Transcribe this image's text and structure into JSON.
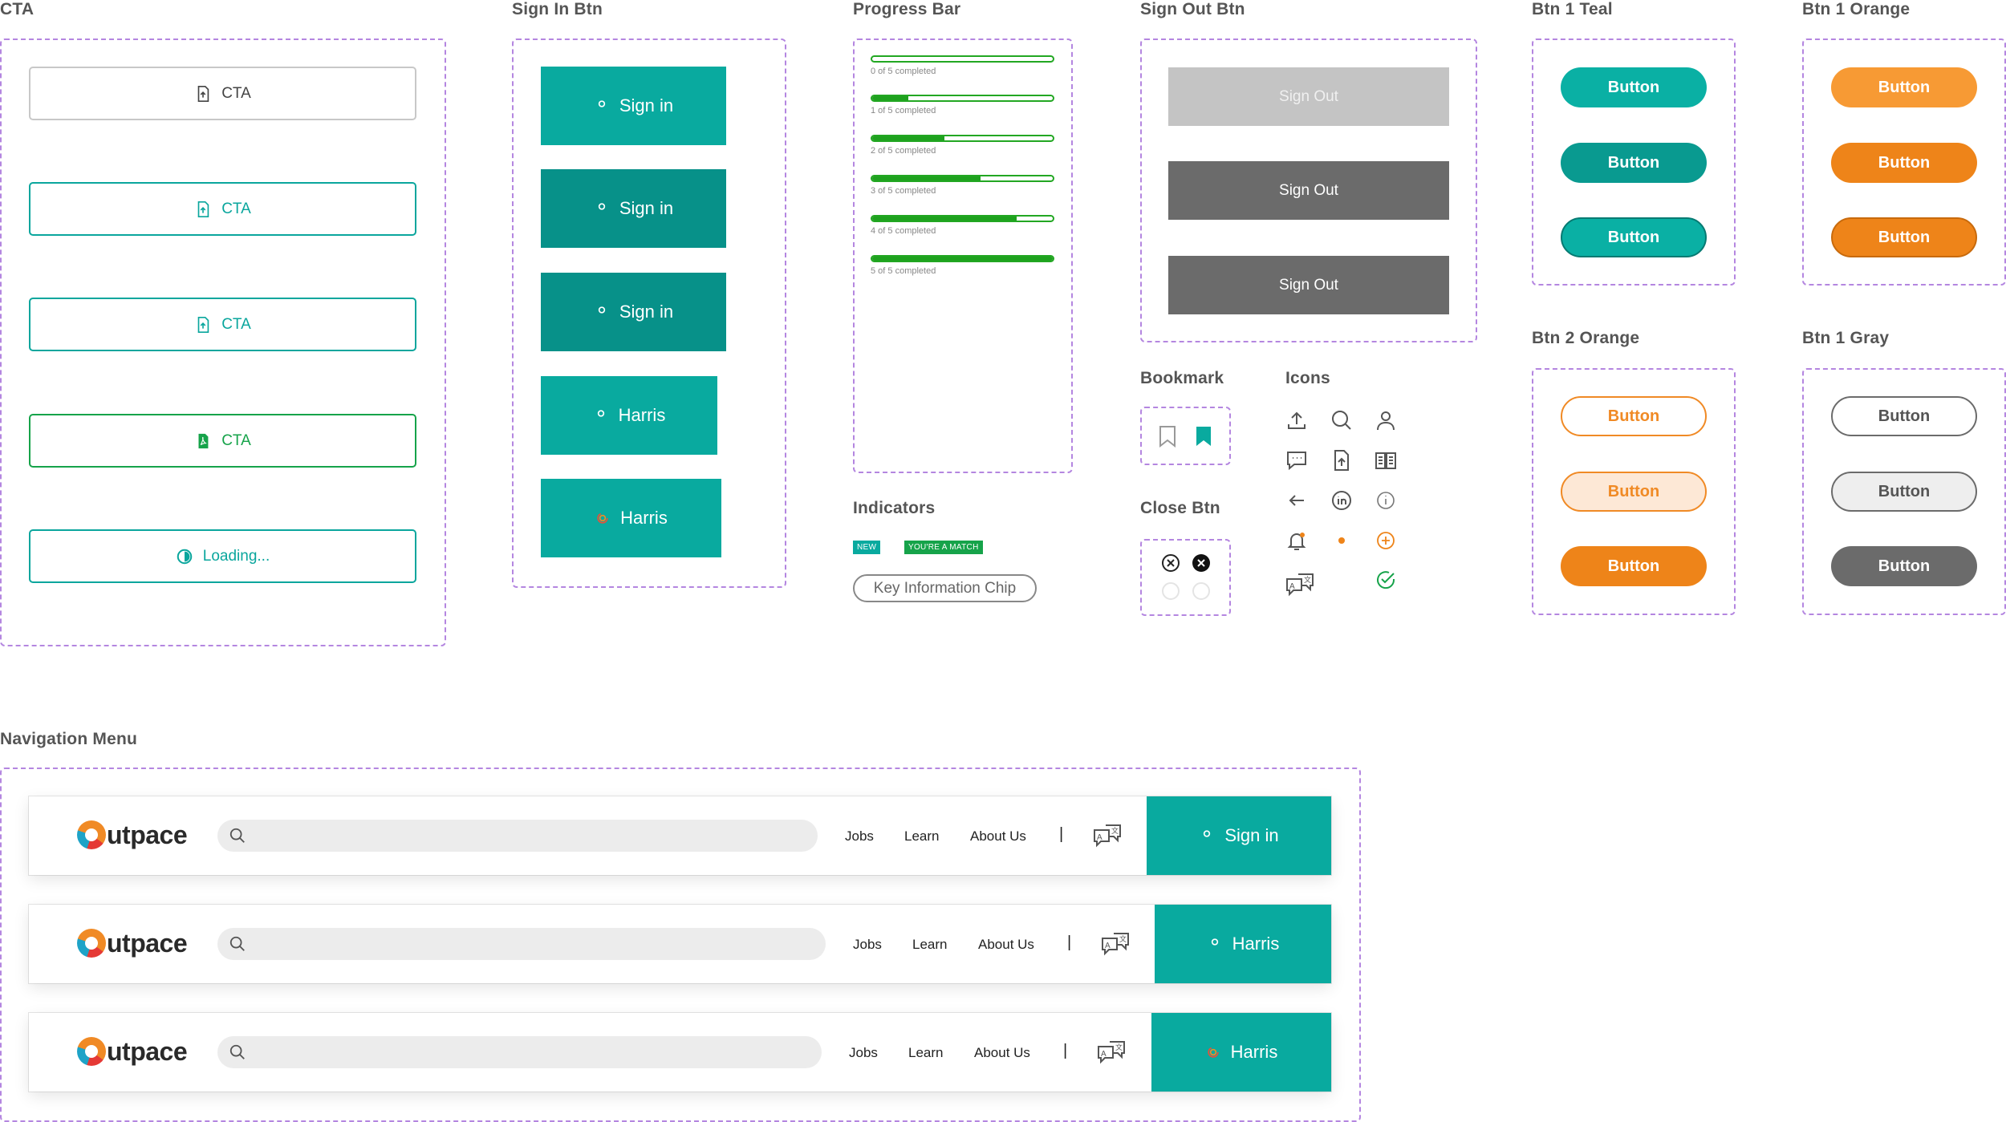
{
  "sections": {
    "cta": "CTA",
    "sign_in": "Sign In Btn",
    "progress": "Progress Bar",
    "sign_out": "Sign Out Btn",
    "btn1_teal": "Btn 1 Teal",
    "btn1_orange": "Btn 1 Orange",
    "btn2_orange": "Btn 2 Orange",
    "btn1_gray": "Btn 1 Gray",
    "bookmark": "Bookmark",
    "icons": "Icons",
    "indicators": "Indicators",
    "close_btn": "Close Btn",
    "nav_menu": "Navigation Menu"
  },
  "cta_buttons": [
    {
      "label": "CTA",
      "icon": "file-upload-icon",
      "state": "default"
    },
    {
      "label": "CTA",
      "icon": "file-upload-icon",
      "state": "hover"
    },
    {
      "label": "CTA",
      "icon": "file-upload-icon",
      "state": "focus"
    },
    {
      "label": "CTA",
      "icon": "file-pdf-icon",
      "state": "success"
    },
    {
      "label": "Loading...",
      "icon": "spinner-icon",
      "state": "loading"
    }
  ],
  "signin_buttons": [
    {
      "label": "Sign in",
      "icon": "user-icon"
    },
    {
      "label": "Sign in",
      "icon": "user-icon"
    },
    {
      "label": "Sign in",
      "icon": "user-icon"
    },
    {
      "label": "Harris",
      "icon": "user-icon"
    },
    {
      "label": "Harris",
      "icon": "user-avatar-icon"
    }
  ],
  "progress_bars": [
    {
      "label": "0 of 5 completed",
      "progress": 0.0
    },
    {
      "label": "1 of 5 completed",
      "progress": 0.2
    },
    {
      "label": "2 of 5 completed",
      "progress": 0.4
    },
    {
      "label": "3 of 5 completed",
      "progress": 0.6
    },
    {
      "label": "4 of 5 completed",
      "progress": 0.8
    },
    {
      "label": "5 of 5 completed",
      "progress": 1.0
    }
  ],
  "signout_buttons": [
    "Sign Out",
    "Sign Out",
    "Sign Out"
  ],
  "pill_buttons": {
    "teal": [
      "Button",
      "Button",
      "Button"
    ],
    "orange": [
      "Button",
      "Button",
      "Button"
    ],
    "orange2": [
      "Button",
      "Button",
      "Button"
    ],
    "gray": [
      "Button",
      "Button",
      "Button"
    ]
  },
  "indicators": {
    "badge_new": "NEW",
    "badge_match": "YOU'RE A MATCH",
    "chip": "Key Information Chip"
  },
  "icons": [
    "upload-icon",
    "search-icon",
    "user-icon",
    "chat-icon",
    "file-upload-icon",
    "book-icon",
    "arrow-left-icon",
    "linkedin-icon",
    "info-icon",
    "bell-icon",
    "dot-icon",
    "plus-circle-icon",
    "translate-icon",
    "check-circle-icon"
  ],
  "colors": {
    "teal": "#09aa9f",
    "teal_dark": "#079189",
    "orange": "#ee8419",
    "gray": "#6b6b6b",
    "green": "#1ea11e",
    "dash": "#b486e0"
  },
  "nav": {
    "logo_text": "utpace",
    "links": [
      "Jobs",
      "Learn",
      "About Us"
    ],
    "separator": "|",
    "variants": [
      {
        "cta": "Sign in"
      },
      {
        "cta": "Harris"
      },
      {
        "cta": "Harris"
      }
    ]
  }
}
